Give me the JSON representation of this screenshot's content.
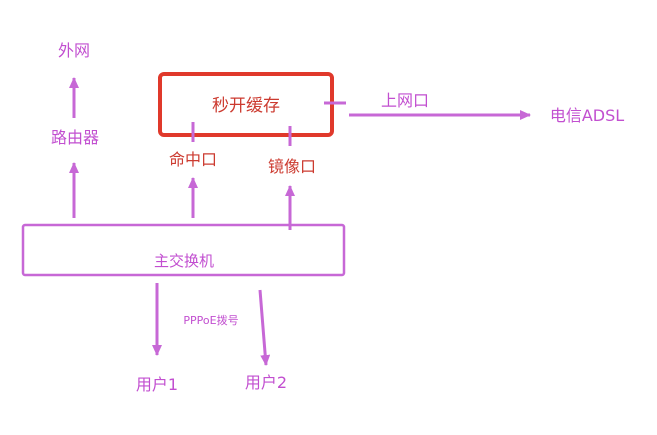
{
  "colors": {
    "line": "#c768d6",
    "text": "#c24fd0",
    "cache_box": "#e0392b",
    "cache_text": "#cc3a2f"
  },
  "nodes": {
    "internet": "外网",
    "router": "路由器",
    "cache_server": "秒开缓存",
    "hit_port": "命中口",
    "mirror_port": "镜像口",
    "uplink_port": "上网口",
    "isp": "电信ADSL",
    "main_switch": "主交换机",
    "dialup": "PPPoE拨号",
    "user1": "用户1",
    "user2": "用户2"
  }
}
